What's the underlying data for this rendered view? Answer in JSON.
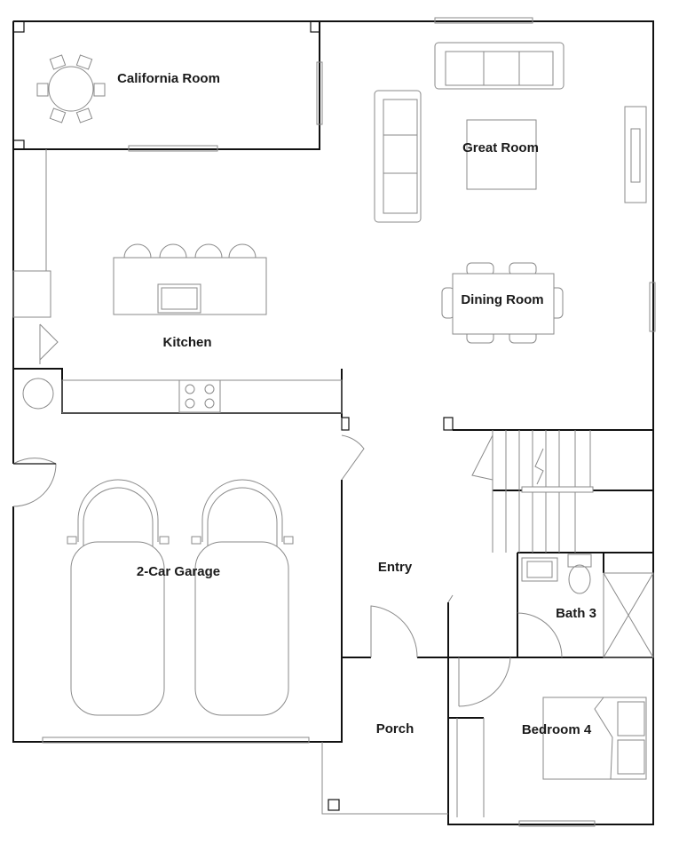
{
  "floor_plan": {
    "rooms": [
      {
        "id": "california-room",
        "label": "California Room"
      },
      {
        "id": "great-room",
        "label": "Great Room"
      },
      {
        "id": "dining-room",
        "label": "Dining Room"
      },
      {
        "id": "kitchen",
        "label": "Kitchen"
      },
      {
        "id": "garage",
        "label": "2-Car Garage"
      },
      {
        "id": "entry",
        "label": "Entry"
      },
      {
        "id": "bath-3",
        "label": "Bath 3"
      },
      {
        "id": "porch",
        "label": "Porch"
      },
      {
        "id": "bedroom-4",
        "label": "Bedroom 4"
      }
    ],
    "colors": {
      "wall": "#111111",
      "fixture": "#8a8a8a",
      "background": "#ffffff"
    }
  }
}
